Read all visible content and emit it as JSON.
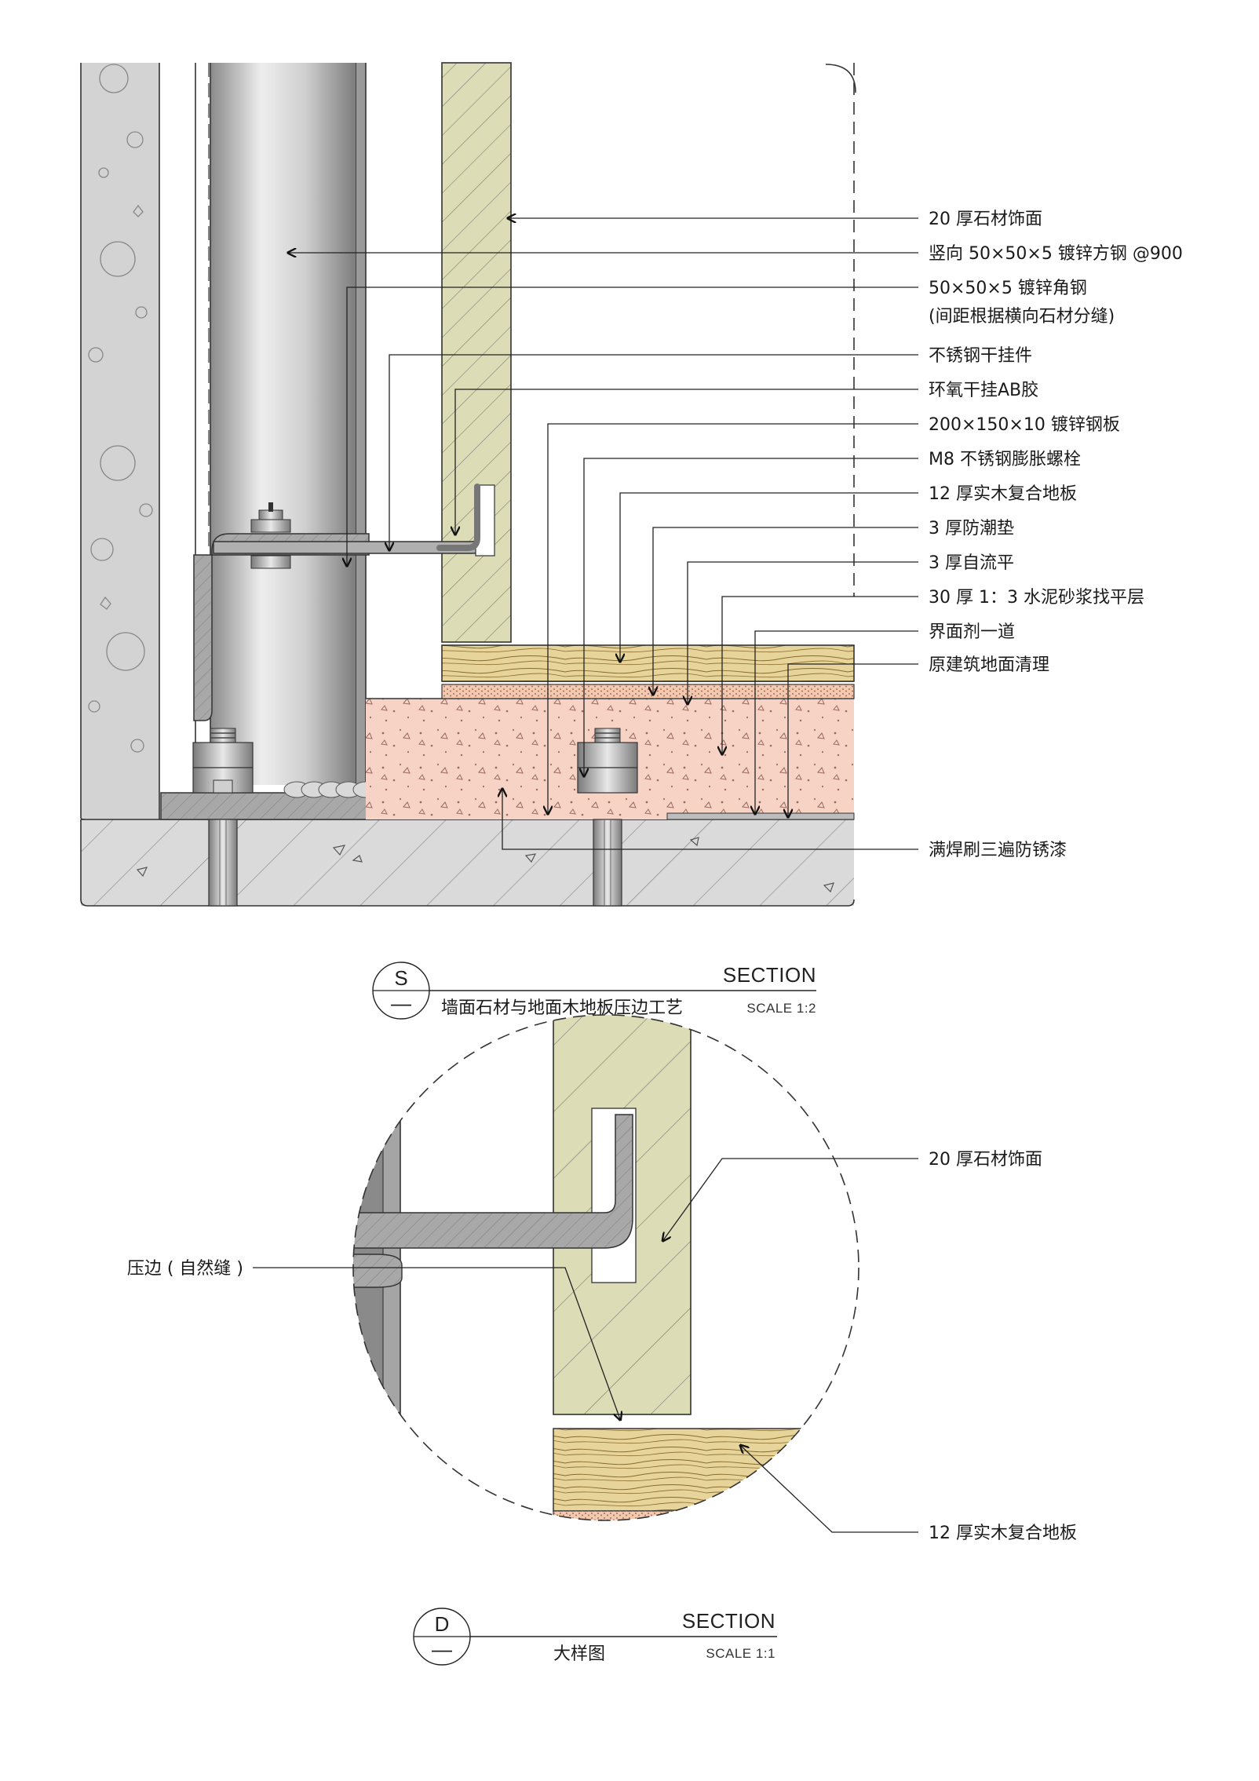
{
  "detail_s": {
    "labels": [
      "20 厚石材饰面",
      "竖向 50×50×5 镀锌方钢 @900",
      "50×50×5 镀锌角钢",
      "(间距根据横向石材分缝)",
      "不锈钢干挂件",
      "环氧干挂AB胶",
      "200×150×10 镀锌钢板",
      "M8 不锈钢膨胀螺栓",
      "12 厚实木复合地板",
      "3 厚防潮垫",
      "3 厚自流平",
      "30 厚 1：3 水泥砂浆找平层",
      "界面剂一道",
      "原建筑地面清理",
      "满焊刷三遍防锈漆"
    ],
    "title_block": {
      "symbol_top": "S",
      "symbol_bottom": "—",
      "section_word": "SECTION",
      "name": "墙面石材与地面木地板压边工艺",
      "scale": "SCALE 1:2"
    }
  },
  "detail_d": {
    "labels": [
      "20 厚石材饰面",
      "压边 ( 自然缝 )",
      "12 厚实木复合地板"
    ],
    "title_block": {
      "symbol_top": "D",
      "symbol_bottom": "—",
      "section_word": "SECTION",
      "name": "大样图",
      "scale": "SCALE 1:1"
    }
  },
  "colors": {
    "concrete": "#d3d3d3",
    "stone": "#dcdcb6",
    "wood": "#e6d49a",
    "mortar": "#f7d3c5",
    "steel_gray": "#a8a8a8",
    "floor_slab": "#dadada"
  }
}
